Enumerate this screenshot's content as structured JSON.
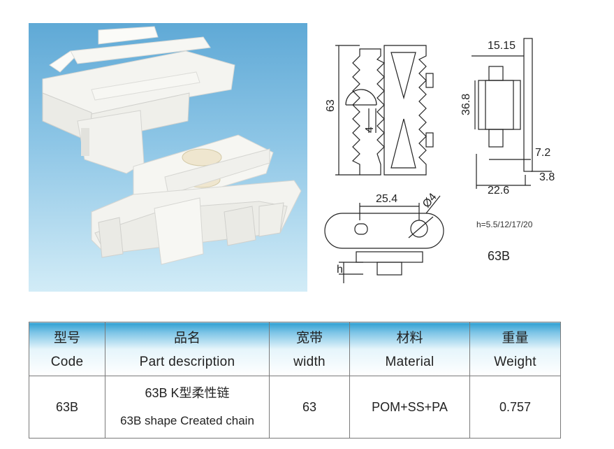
{
  "drawing": {
    "dims": {
      "width_63": "63",
      "gap_4": "4",
      "top_15_15": "15.15",
      "height_36_8": "36.8",
      "d_7_2": "7.2",
      "d_3_8": "3.8",
      "d_22_6": "22.6",
      "pitch_25_4": "25.4",
      "hole_d4": "Ø4",
      "h_label": "h"
    },
    "h_note": "h=5.5/12/17/20",
    "model_label": "63B"
  },
  "table": {
    "headers": [
      {
        "cn": "型号",
        "en": "Code"
      },
      {
        "cn": "品名",
        "en": "Part description"
      },
      {
        "cn": "宽带",
        "en": "width"
      },
      {
        "cn": "材料",
        "en": "Material"
      },
      {
        "cn": "重量",
        "en": "Weight"
      }
    ],
    "row": {
      "code": "63B",
      "desc_cn": "63B K型柔性链",
      "desc_en": "63B shape Created chain",
      "width": "63",
      "material": "POM+SS+PA",
      "weight": "0.757"
    },
    "header_gradient": [
      "#2f9fd2",
      "#ffffff"
    ]
  }
}
